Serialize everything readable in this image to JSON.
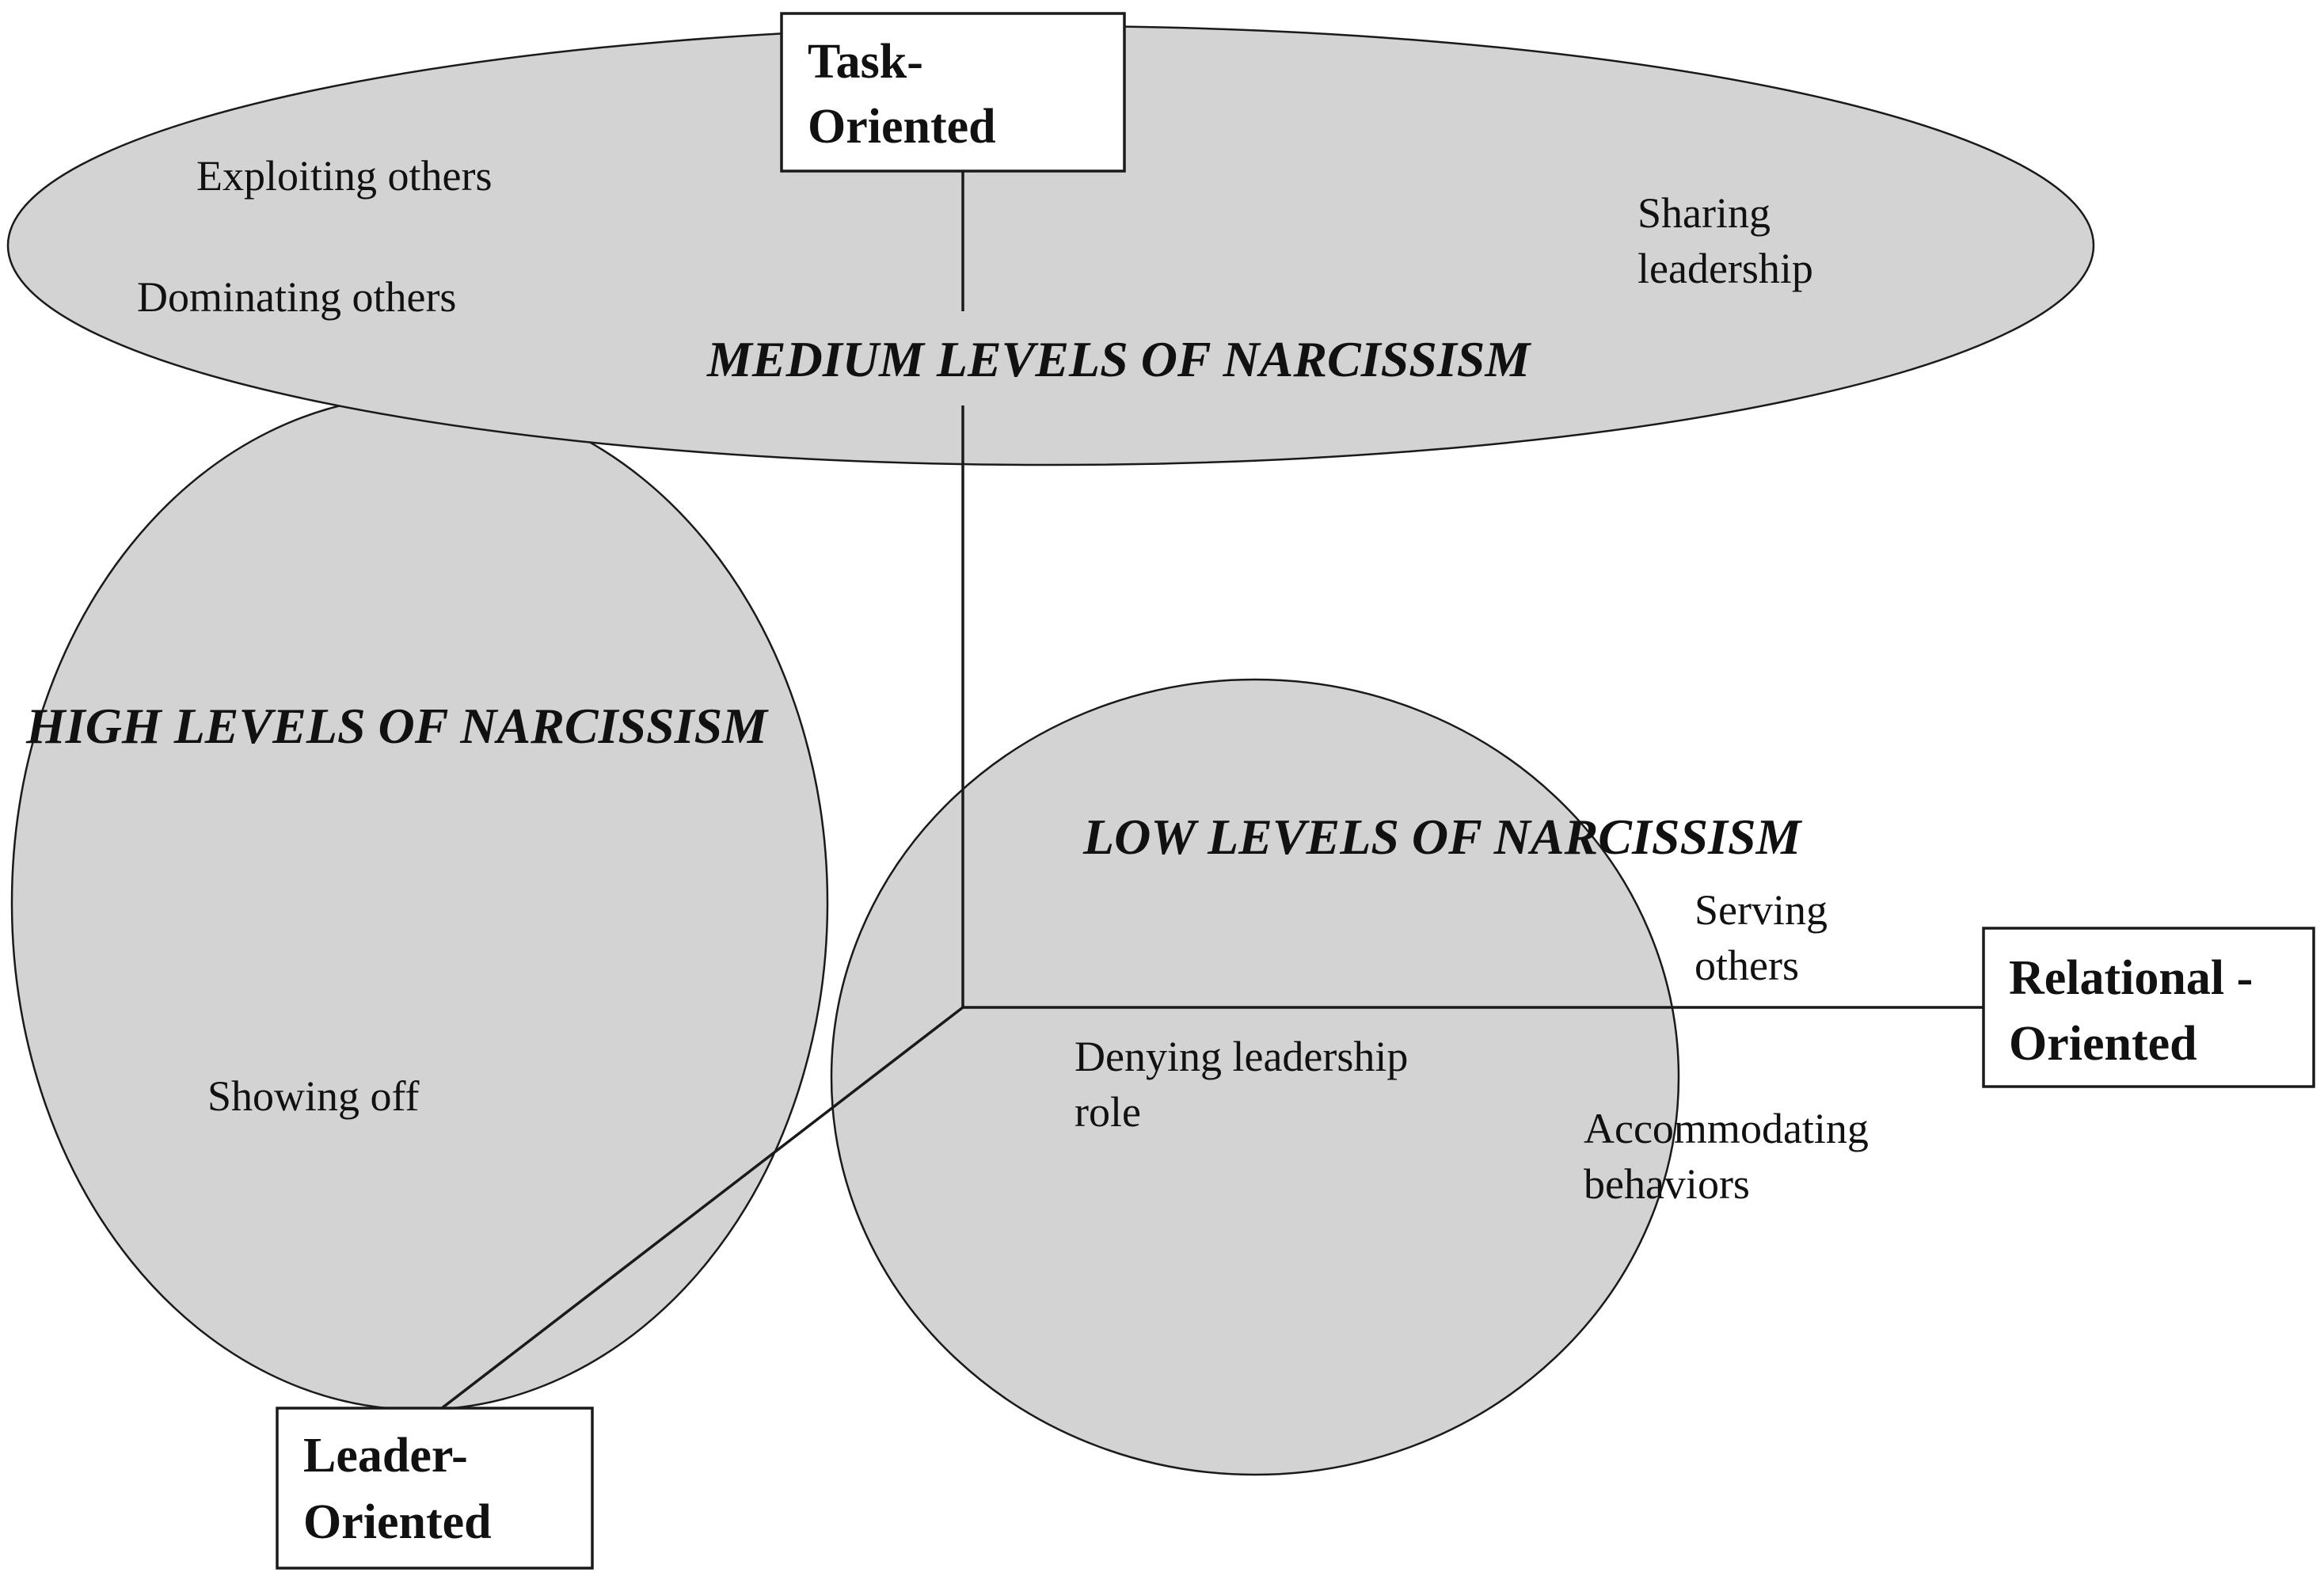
{
  "zones": {
    "medium": {
      "title": "MEDIUM LEVELS OF NARCISSISM",
      "behaviors": [
        "Exploiting others",
        "Dominating others",
        "Sharing",
        "leadership"
      ]
    },
    "high": {
      "title": "HIGH LEVELS OF NARCISSISM",
      "behaviors": [
        "Showing off"
      ]
    },
    "low": {
      "title": "LOW LEVELS OF NARCISSISM",
      "behaviors": [
        "Serving",
        "others",
        "Denying leadership",
        "role",
        "Accommodating",
        "behaviors"
      ]
    }
  },
  "axes": {
    "task": [
      "Task-",
      "Oriented"
    ],
    "relational": [
      "Relational -",
      "Oriented"
    ],
    "leader": [
      "Leader-",
      "Oriented"
    ]
  },
  "colors": {
    "fill": "#d3d3d3",
    "stroke": "#1a1a1a",
    "background": "#ffffff"
  }
}
